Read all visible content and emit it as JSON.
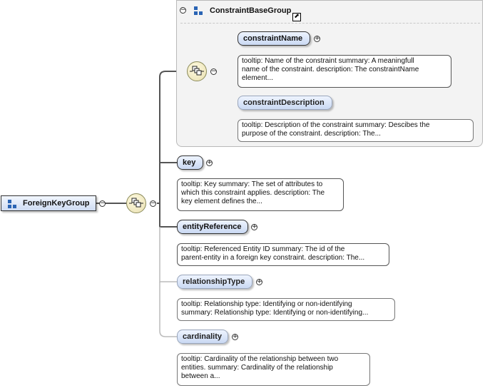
{
  "root": {
    "label": "ForeignKeyGroup"
  },
  "constraint_base_group": {
    "label": "ConstraintBaseGroup",
    "elements": [
      {
        "name": "constraintName",
        "tooltip": "tooltip: Name of the constraint summary: A meaningfull\nname of the constraint. description: The constraintName\nelement..."
      },
      {
        "name": "constraintDescription",
        "tooltip": "tooltip: Description of the constraint summary: Descibes the\npurpose of the constraint. description: The..."
      }
    ]
  },
  "elements": [
    {
      "name": "key",
      "tooltip": "tooltip: Key summary: The set of attributes to\nwhich this constraint applies. description: The\nkey element defines the..."
    },
    {
      "name": "entityReference",
      "tooltip": "tooltip: Referenced Entity ID summary: The id of the\nparent-entity in a foreign key constraint. description: The..."
    },
    {
      "name": "relationshipType",
      "tooltip": "tooltip: Relationship type: Identifying or non-identifying\nsummary: Relationship type: Identifying or non-identifying..."
    },
    {
      "name": "cardinality",
      "tooltip": "tooltip: Cardinality of the relationship between two\nentities. summary: Cardinality of the relationship\nbetween a..."
    }
  ],
  "symbols": {
    "expand": "+",
    "collapse": "−",
    "external_link": "⬈"
  }
}
